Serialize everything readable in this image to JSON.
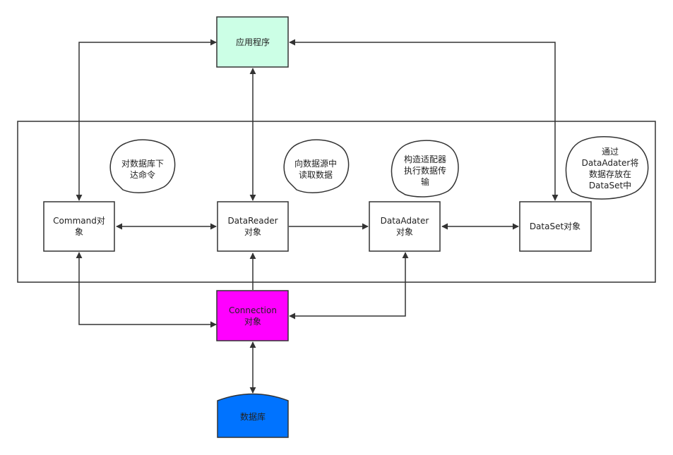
{
  "colors": {
    "stroke": "#333333",
    "app_fill": "#ccffe6",
    "connection_fill": "#ff00ff",
    "database_fill": "#0073ff",
    "white": "#ffffff"
  },
  "nodes": {
    "app": {
      "lines": [
        "应用程序"
      ]
    },
    "command": {
      "lines": [
        "Command对",
        "象"
      ]
    },
    "datareader": {
      "lines": [
        "DataReader",
        "对象"
      ]
    },
    "dataadapter": {
      "lines": [
        "DataAdater",
        "对象"
      ]
    },
    "dataset": {
      "lines": [
        "DataSet对象"
      ]
    },
    "connection": {
      "lines": [
        "Connection",
        "对象"
      ]
    },
    "database": {
      "lines": [
        "数据库"
      ]
    }
  },
  "bubbles": {
    "command": {
      "lines": [
        "对数据库下",
        "达命令"
      ]
    },
    "datareader": {
      "lines": [
        "向数据源中",
        "读取数据"
      ]
    },
    "dataadapter": {
      "lines": [
        "构造适配器",
        "执行数据传",
        "输"
      ]
    },
    "dataset": {
      "lines": [
        "通过",
        "DataAdater将",
        "数据存放在",
        "DataSet中"
      ]
    }
  }
}
